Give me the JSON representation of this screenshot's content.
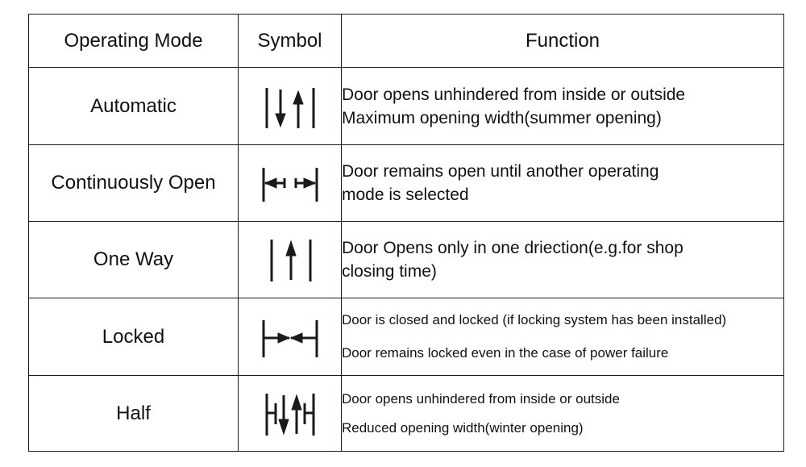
{
  "headers": {
    "mode": "Operating Mode",
    "symbol": "Symbol",
    "function": "Function"
  },
  "rows": [
    {
      "mode": "Automatic",
      "symbol_icon": "two-way-arrows-icon",
      "function": [
        "Door opens unhindered from inside or outside",
        "Maximum opening width(summer opening)"
      ]
    },
    {
      "mode": "Continuously Open",
      "symbol_icon": "open-arrows-icon",
      "function": [
        "Door remains open until another operating",
        "mode is selected"
      ]
    },
    {
      "mode": "One Way",
      "symbol_icon": "one-way-arrow-icon",
      "function": [
        "Door Opens only in one driection(e.g.for shop",
        "closing time)"
      ]
    },
    {
      "mode": "Locked",
      "symbol_icon": "locked-arrows-icon",
      "function": [
        "Door is closed and locked (if locking system has been installed)",
        "Door remains locked even in the case of power failure"
      ]
    },
    {
      "mode": "Half",
      "symbol_icon": "half-opening-arrows-icon",
      "function": [
        "Door opens unhindered from inside or outside",
        "Reduced opening width(winter opening)"
      ]
    }
  ],
  "colors": {
    "line": "#1a1a1a",
    "text": "#111111",
    "background": "#ffffff"
  }
}
